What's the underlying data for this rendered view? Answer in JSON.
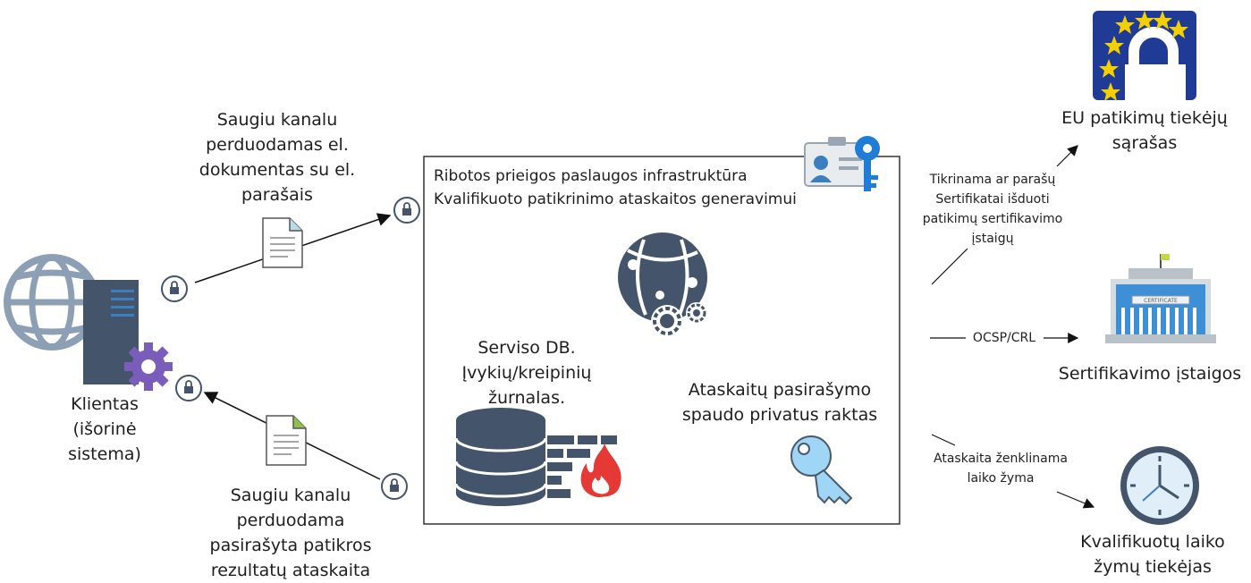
{
  "client": {
    "label_lines": [
      "Klientas",
      "(išorinė",
      "sistema)"
    ]
  },
  "incoming_channel": {
    "label_lines": [
      "Saugiu kanalu",
      "perduodamas el.",
      "dokumentas su el.",
      "parašais"
    ]
  },
  "outgoing_channel": {
    "label_lines": [
      "Saugiu kanalu",
      "perduodama",
      "pasirašyta patikros",
      "rezultatų ataskaita"
    ]
  },
  "infrastructure": {
    "title_lines": [
      "Ribotos prieigos paslaugos infrastruktūra",
      "Kvalifikuoto patikrinimo ataskaitos generavimui"
    ],
    "db_label_lines": [
      "Serviso DB.",
      "Įvykių/kreipinių",
      "žurnalas."
    ],
    "key_label_lines": [
      "Ataskaitų pasirašymo",
      "spaudo privatus raktas"
    ]
  },
  "trust_list": {
    "label_lines": [
      "EU patikimų tiekėjų",
      "sąrašas"
    ],
    "check_lines": [
      "Tikrinama ar parašų",
      "Sertifikatai išduoti",
      "patikimų sertifikavimo",
      "įstaigų"
    ]
  },
  "cert_authority": {
    "label": "Sertifikavimo įstaigos",
    "link_label": "OCSP/CRL",
    "building_sign": "CERTIFICATE"
  },
  "timestamp": {
    "link_lines": [
      "Ataskaita ženklinama",
      "laiko žyma"
    ],
    "label_lines": [
      "Kvalifikuotų laiko",
      "žymų tiekėjas"
    ]
  },
  "colors": {
    "accent_blue": "#3d7ebf",
    "slate": "#44546a",
    "purple": "#7a5cba",
    "eu_blue": "#1f3b95",
    "eu_star": "#f5d000",
    "fire": "#e53935"
  }
}
